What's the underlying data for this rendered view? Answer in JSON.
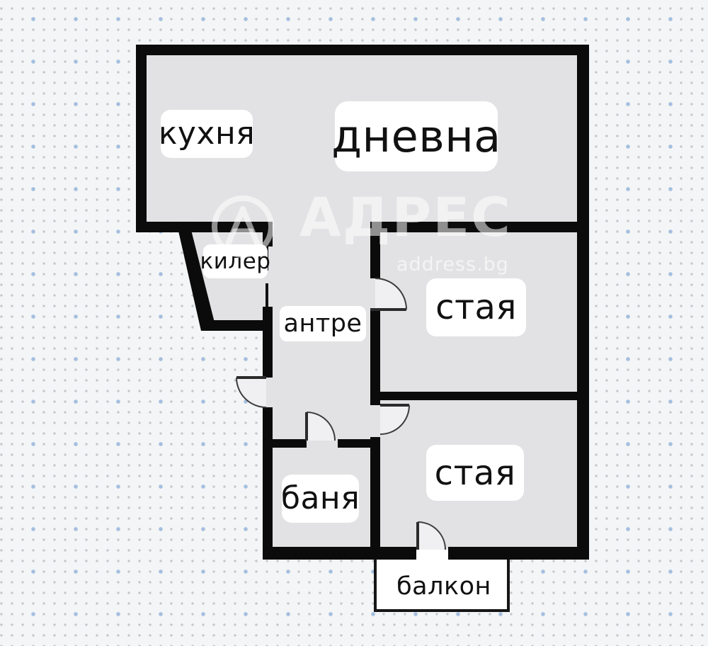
{
  "plan": {
    "rooms": {
      "kitchen": "кухня",
      "living": "дневна",
      "pantry": "килер",
      "hall": "антре",
      "room_top": "стая",
      "room_bottom": "стая",
      "bath": "баня",
      "balcony": "балкон"
    }
  },
  "watermark": {
    "brand": "АДРЕС",
    "site": "address.bg",
    "logo_icon": "circled-a-logo"
  },
  "colors": {
    "wall": "#0b0b0b",
    "floor": "#e2e2e4",
    "outside": "#f4f5f6",
    "label_bg": "#ffffff",
    "label_text": "#111111",
    "balcony": "#ffffff",
    "dot_blue": "#a3bedf",
    "dot_gray": "#9ea2aa"
  }
}
